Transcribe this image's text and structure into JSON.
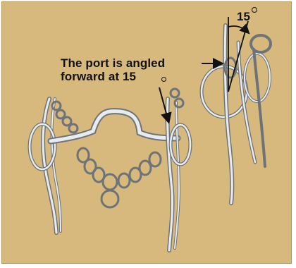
{
  "annotation": {
    "line1": "The port is angled",
    "line2": "forward at 15",
    "degree_symbol": "°"
  },
  "angle_label": "15",
  "colors": {
    "background": "#d7b97e",
    "metal": "#e8ecef",
    "metal_outline": "#6d7378",
    "text": "#111111"
  }
}
